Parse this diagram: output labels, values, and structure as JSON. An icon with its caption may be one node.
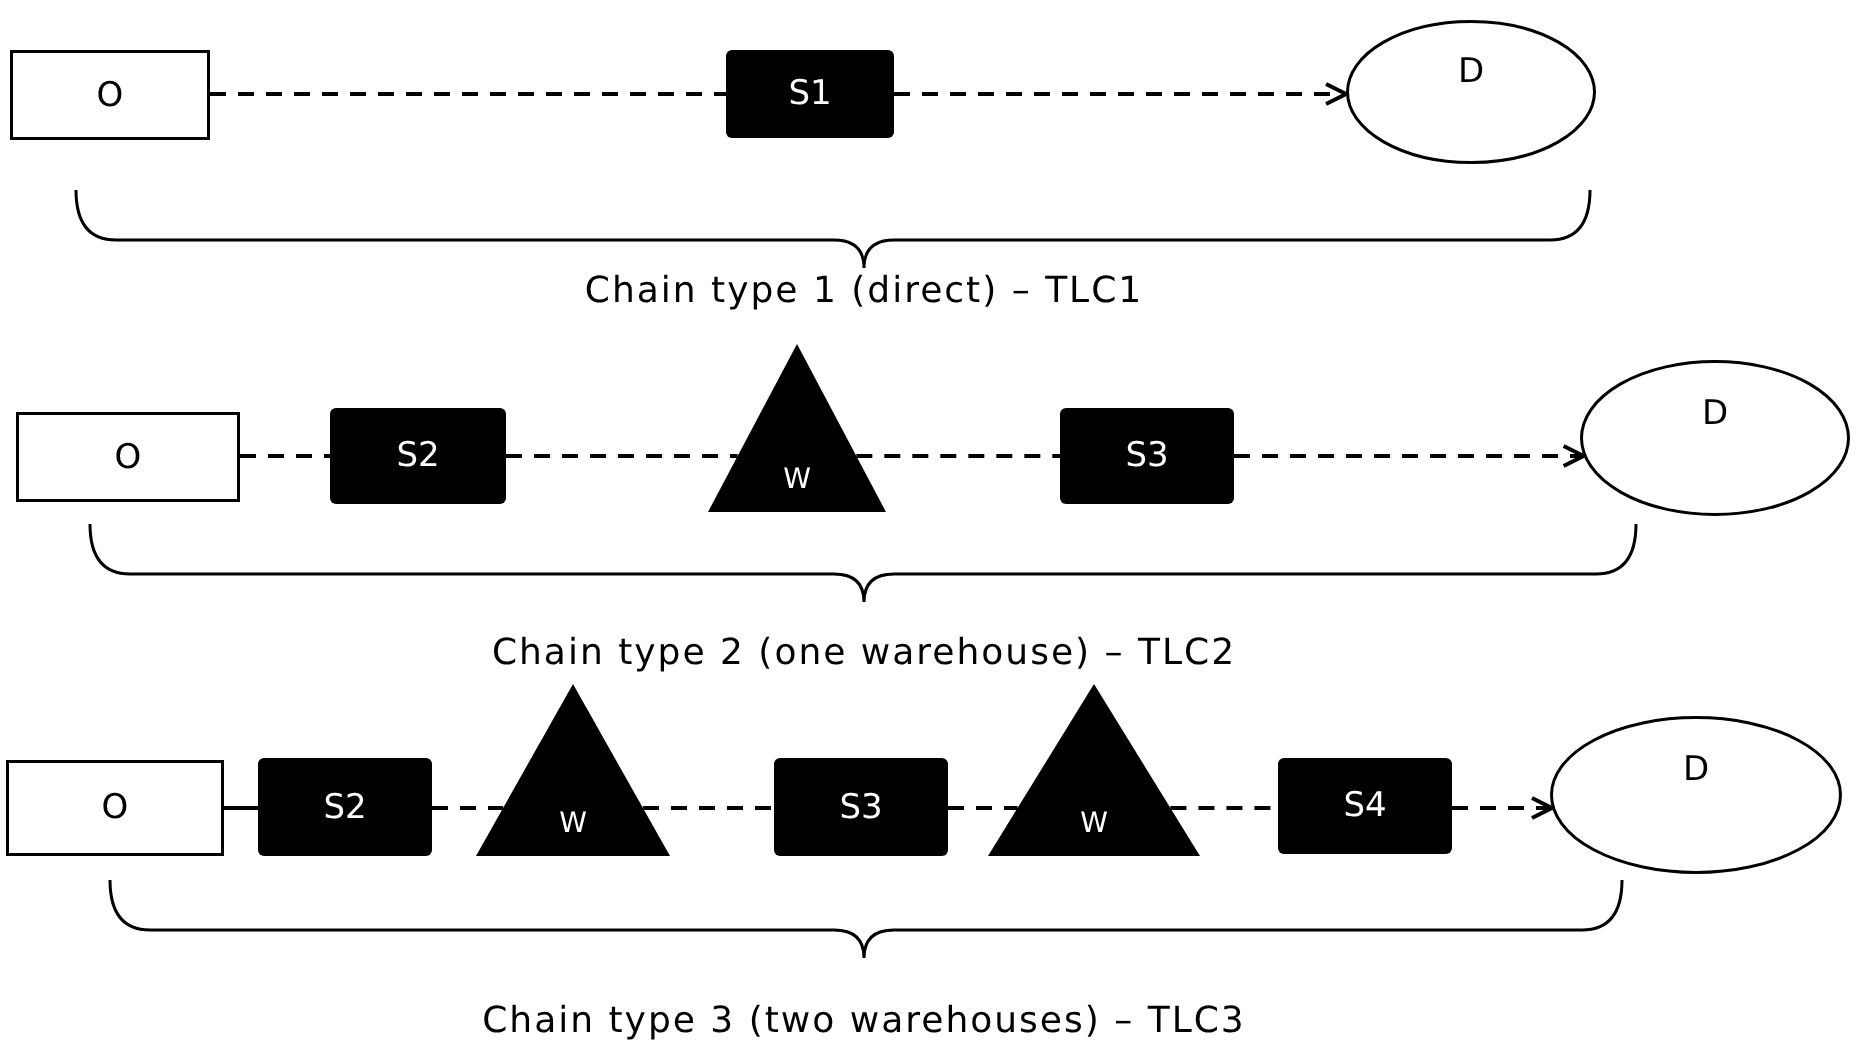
{
  "diagram": {
    "nodes": [
      {
        "text": [
          "O"
        ]
      },
      {
        "text": [
          "S1"
        ]
      },
      {
        "text": [
          "D"
        ]
      },
      {
        "text": [
          "O"
        ]
      },
      {
        "text": [
          "S2"
        ]
      },
      {
        "text": [
          "W"
        ]
      },
      {
        "text": [
          "S3"
        ]
      },
      {
        "text": [
          "D"
        ]
      },
      {
        "text": [
          "O"
        ]
      },
      {
        "text": [
          "S2"
        ]
      },
      {
        "text": [
          "W"
        ]
      },
      {
        "text": [
          "S3"
        ]
      },
      {
        "text": [
          "W"
        ]
      },
      {
        "text": [
          "S4"
        ]
      },
      {
        "text": [
          "D"
        ]
      }
    ],
    "edges": [
      {
        "from": 0,
        "to": 1,
        "arrow": "none",
        "style": "dashed"
      },
      {
        "from": 1,
        "to": 2,
        "arrow": "to",
        "style": "dashed"
      },
      {
        "from": 3,
        "to": 4,
        "arrow": "none",
        "style": "dashed"
      },
      {
        "from": 4,
        "to": 5,
        "arrow": "none",
        "style": "dashed"
      },
      {
        "from": 5,
        "to": 6,
        "arrow": "none",
        "style": "dashed"
      },
      {
        "from": 6,
        "to": 7,
        "arrow": "to",
        "style": "dashed"
      },
      {
        "from": 8,
        "to": 9,
        "arrow": "none"
      },
      {
        "from": 9,
        "to": 10,
        "arrow": "none",
        "style": "dashed"
      },
      {
        "from": 10,
        "to": 11,
        "arrow": "none",
        "style": "dashed"
      },
      {
        "from": 11,
        "to": 12,
        "arrow": "none",
        "style": "dashed"
      },
      {
        "from": 12,
        "to": 13,
        "arrow": "none",
        "style": "dashed"
      },
      {
        "from": 13,
        "to": 14,
        "arrow": "to",
        "style": "dashed"
      }
    ],
    "labels": [
      "Chain type 1 (direct) – TLC1",
      "Chain type 2 (one warehouse) – TLC2",
      "Chain type 3 (two warehouses) – TLC3"
    ]
  }
}
